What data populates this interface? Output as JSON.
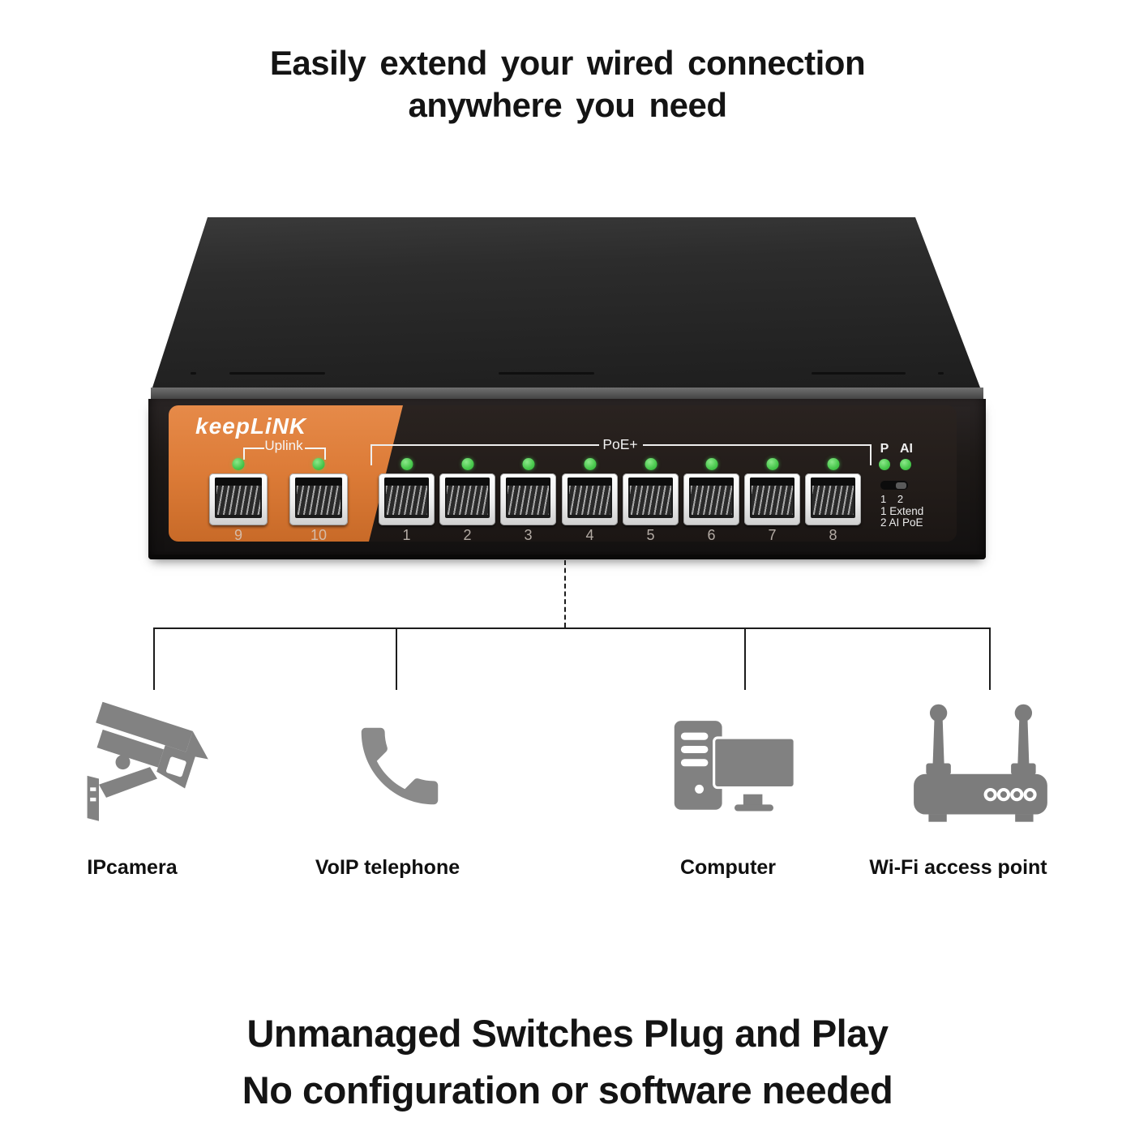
{
  "headline": {
    "top_line1": "Easily extend your wired connection",
    "top_line2": "anywhere you need",
    "bottom_line1": "Unmanaged Switches Plug and Play",
    "bottom_line2": "No configuration or software needed"
  },
  "switch_device": {
    "brand": "keepLiNK",
    "uplink_label": "Uplink",
    "poe_label": "PoE+",
    "uplink_port_numbers": [
      "9",
      "10"
    ],
    "poe_port_numbers": [
      "1",
      "2",
      "3",
      "4",
      "5",
      "6",
      "7",
      "8"
    ],
    "led_p_label": "P",
    "led_ai_label": "AI",
    "dip_positions": "1 2",
    "dip_mode1": "1 Extend",
    "dip_mode2": "2 AI PoE"
  },
  "devices": [
    {
      "icon": "cctv-camera-icon",
      "label": "IPcamera"
    },
    {
      "icon": "phone-handset-icon",
      "label": "VoIP telephone"
    },
    {
      "icon": "desktop-computer-icon",
      "label": "Computer"
    },
    {
      "icon": "wifi-access-point-icon",
      "label": "Wi-Fi access point"
    }
  ],
  "colors": {
    "accent_orange": "#DC7B37",
    "led_green": "#46C64A",
    "chassis_dark": "#242220",
    "icon_gray": "#828282",
    "connector_line": "#1C1C1C"
  }
}
